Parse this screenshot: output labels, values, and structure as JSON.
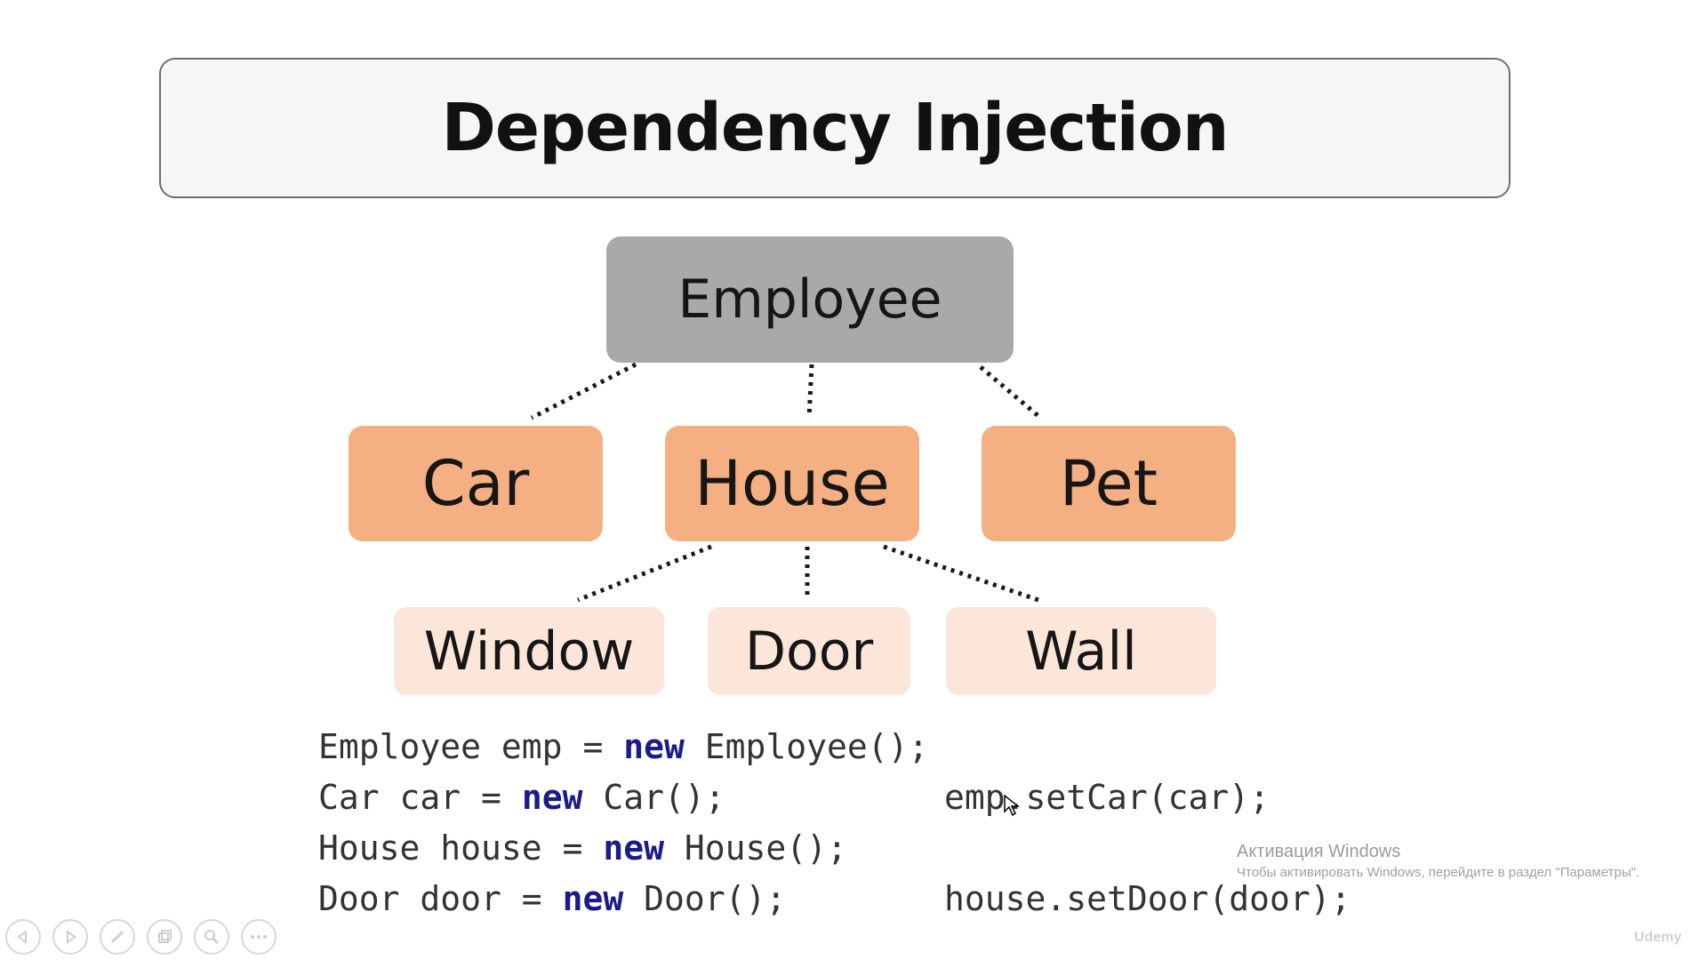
{
  "slide": {
    "title": "Dependency Injection"
  },
  "diagram": {
    "root": "Employee",
    "level1": [
      "Car",
      "House",
      "Pet"
    ],
    "level2": [
      "Window",
      "Door",
      "Wall"
    ]
  },
  "code": {
    "line1": {
      "type": "Employee",
      "var": "emp",
      "kw": "new",
      "ctor": "Employee();"
    },
    "line2": {
      "type": "Car",
      "var": "car",
      "kw": "new",
      "ctor": "Car();",
      "call": "emp.setCar(car);"
    },
    "line3": {
      "type": "House",
      "var": "house",
      "kw": "new",
      "ctor": "House();"
    },
    "line4": {
      "type": "Door",
      "var": "door",
      "kw": "new",
      "ctor": "Door();",
      "call": "house.setDoor(door);"
    }
  },
  "watermark": {
    "title": "Активация Windows",
    "subtitle": "Чтобы активировать Windows, перейдите в раздел \"Параметры\"."
  },
  "player": {
    "brand": "Udemy",
    "controls": [
      "prev-icon",
      "next-icon",
      "pen-icon",
      "slides-icon",
      "zoom-icon",
      "more-icon"
    ]
  },
  "colors": {
    "root_fill": "#aaa9aa",
    "mid_fill": "#f4af82",
    "leaf_fill": "#fce5d9",
    "keyword": "#1b1b8c"
  }
}
